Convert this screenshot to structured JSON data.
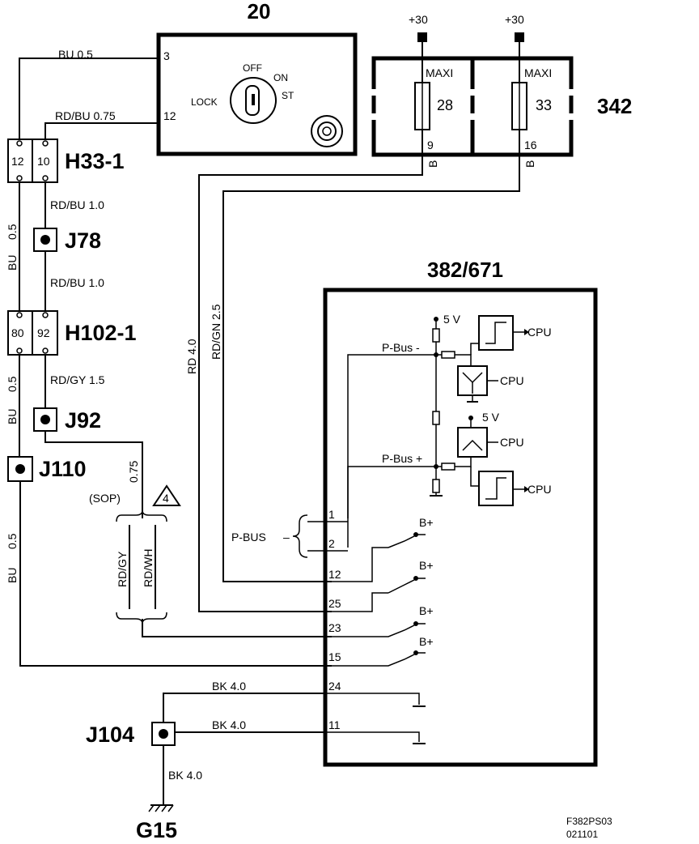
{
  "components": {
    "ignition_switch": {
      "id": "20",
      "pin_3": "3",
      "pin_12": "12",
      "off": "OFF",
      "on": "ON",
      "lock": "LOCK",
      "st": "ST"
    },
    "fuse_box": {
      "id": "342",
      "supply": "+30",
      "maxi": "MAXI",
      "fuse_a": "28",
      "fuse_b": "33",
      "pin_a": "9",
      "pin_b": "16"
    },
    "connector_h33": {
      "id": "H33-1",
      "pin_a": "12",
      "pin_b": "10"
    },
    "connector_h102": {
      "id": "H102-1",
      "pin_a": "80",
      "pin_b": "92"
    },
    "splice_j78": {
      "id": "J78"
    },
    "splice_j92": {
      "id": "J92"
    },
    "splice_j110": {
      "id": "J110"
    },
    "splice_j104": {
      "id": "J104"
    },
    "ground": {
      "id": "G15"
    },
    "module": {
      "id": "382/671",
      "v5": "5 V",
      "cpu": "CPU",
      "pbus_minus": "P-Bus -",
      "pbus_plus": "P-Bus +",
      "bplus": "B+",
      "pins": {
        "p1": "1",
        "p2": "2",
        "p12": "12",
        "p25": "25",
        "p23": "23",
        "p15": "15",
        "p24": "24",
        "p11": "11"
      }
    }
  },
  "wires": {
    "bu_05": "BU  0.5",
    "rdbu_075": "RD/BU  0.75",
    "rdbu_10": "RD/BU  1.0",
    "rdgy_15": "RD/GY  1.5",
    "bu": "BU",
    "v05": "0.5",
    "v075": "0.75",
    "b": "B",
    "rd40": "RD  4.0",
    "rdgn25": "RD/GN  2.5",
    "rdgy": "RD/GY",
    "rdwh": "RD/WH",
    "bk40": "BK  4.0"
  },
  "notes": {
    "sop": "(SOP)",
    "note_num": "4",
    "pbus": "P-BUS",
    "dash": "–"
  },
  "footer": {
    "code": "F382PS03",
    "date": "021101"
  }
}
